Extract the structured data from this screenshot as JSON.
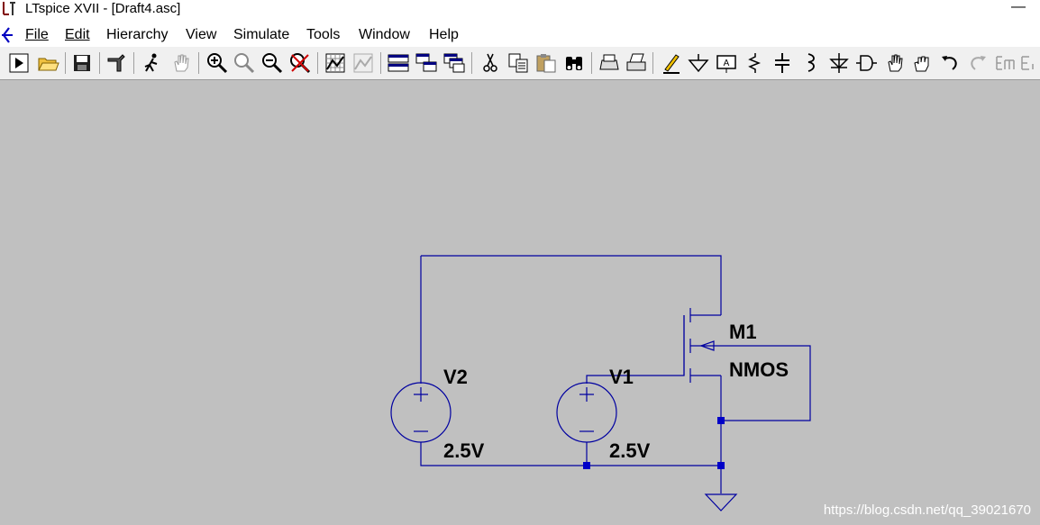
{
  "window": {
    "title": "LTspice XVII - [Draft4.asc]"
  },
  "menu": [
    {
      "label": "File"
    },
    {
      "label": "Edit"
    },
    {
      "label": "Hierarchy"
    },
    {
      "label": "View"
    },
    {
      "label": "Simulate"
    },
    {
      "label": "Tools"
    },
    {
      "label": "Window"
    },
    {
      "label": "Help"
    }
  ],
  "toolbar_icons": [
    "run-icon",
    "open-folder-icon",
    "save-icon",
    "control-panel-icon",
    "halt-icon",
    "pan-hand-icon",
    "zoom-in-icon",
    "zoom-area-icon",
    "zoom-out-icon",
    "zoom-cancel-icon",
    "autorange-icon",
    "waveform-icon",
    "tile-horizontal-icon",
    "cascade-icon",
    "tile-vertical-icon",
    "cut-icon",
    "copy-icon",
    "paste-icon",
    "find-icon",
    "print-setup-icon",
    "print-icon",
    "draw-wire-icon",
    "ground-icon",
    "label-net-icon",
    "resistor-icon",
    "capacitor-icon",
    "inductor-icon",
    "diode-icon",
    "component-icon",
    "move-icon",
    "drag-icon",
    "undo-icon",
    "redo-icon",
    "text-icon",
    "spice-directive-icon"
  ],
  "schematic": {
    "components": [
      {
        "name": "V2",
        "value": "2.5V"
      },
      {
        "name": "V1",
        "value": "2.5V"
      },
      {
        "name": "M1",
        "model": "NMOS"
      }
    ],
    "wire_color": "#0000a0",
    "junction_color": "#0000c8"
  },
  "watermark": "https://blog.csdn.net/qq_39021670"
}
